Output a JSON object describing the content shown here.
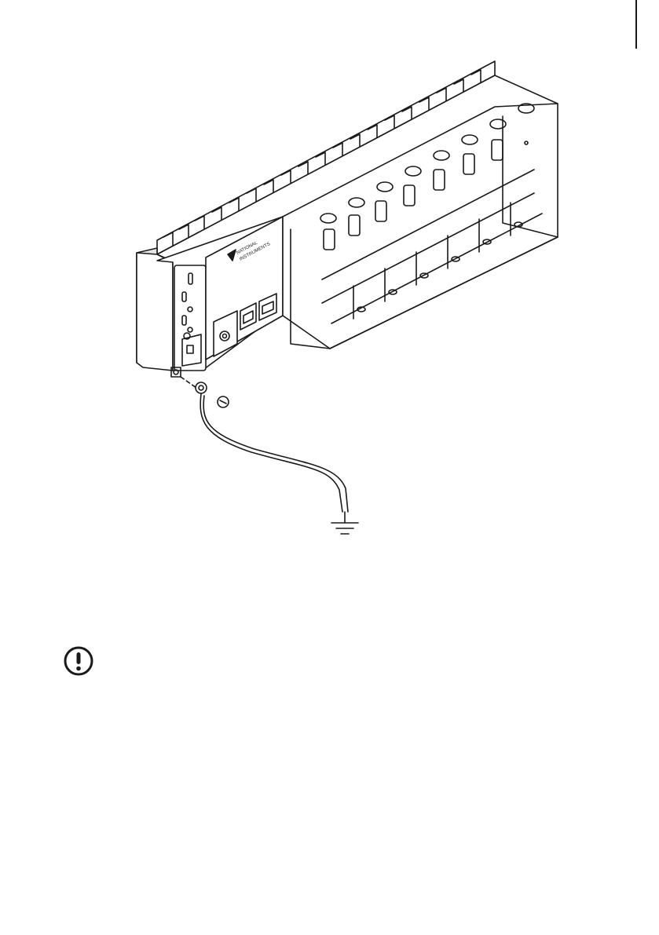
{
  "figure": {
    "subject": "chassis-grounding-illustration",
    "logo_text_line1": "NATIONAL",
    "logo_text_line2": "INSTRUMENTS",
    "icons": {
      "ground": "ground-symbol-icon",
      "notice": "notice-exclamation-icon"
    }
  },
  "colors": {
    "line": "#1a1a1a",
    "background": "#ffffff",
    "shade": "#e6e6e6"
  }
}
